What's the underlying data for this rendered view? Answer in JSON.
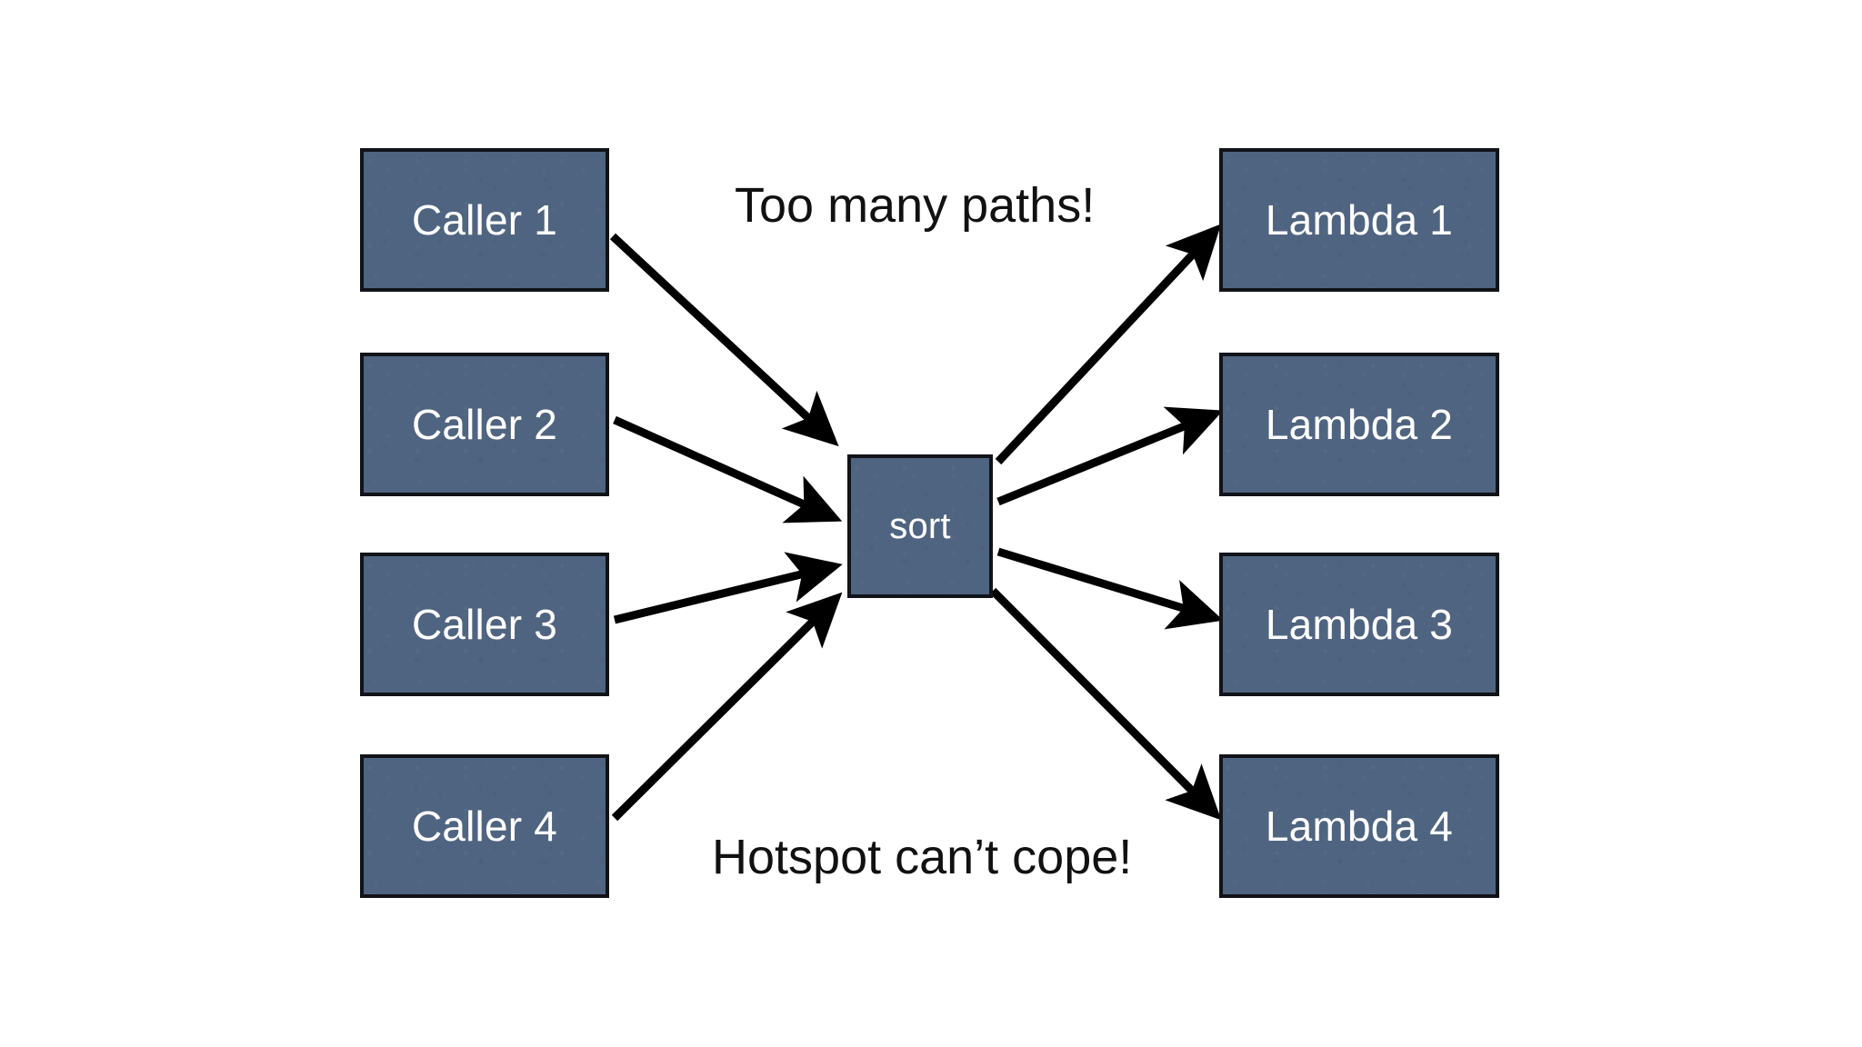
{
  "slide": {
    "background_color": "#ffffff",
    "node_fill": "#4f6480",
    "node_border": "#111318",
    "node_text_color": "#ffffff",
    "annotation_color": "#111111",
    "arrow_color": "#000000"
  },
  "callers": [
    {
      "label": "Caller 1"
    },
    {
      "label": "Caller 2"
    },
    {
      "label": "Caller 3"
    },
    {
      "label": "Caller 4"
    }
  ],
  "hub": {
    "label": "sort"
  },
  "lambdas": [
    {
      "label": "Lambda 1"
    },
    {
      "label": "Lambda 2"
    },
    {
      "label": "Lambda 3"
    },
    {
      "label": "Lambda 4"
    }
  ],
  "annotations": {
    "top": "Too many paths!",
    "bottom": "Hotspot can’t cope!"
  },
  "arrows": {
    "inbound": [
      {
        "from": "Caller 1",
        "to": "sort"
      },
      {
        "from": "Caller 2",
        "to": "sort"
      },
      {
        "from": "Caller 3",
        "to": "sort"
      },
      {
        "from": "Caller 4",
        "to": "sort"
      }
    ],
    "outbound": [
      {
        "from": "sort",
        "to": "Lambda 1"
      },
      {
        "from": "sort",
        "to": "Lambda 2"
      },
      {
        "from": "sort",
        "to": "Lambda 3"
      },
      {
        "from": "sort",
        "to": "Lambda 4"
      }
    ]
  }
}
